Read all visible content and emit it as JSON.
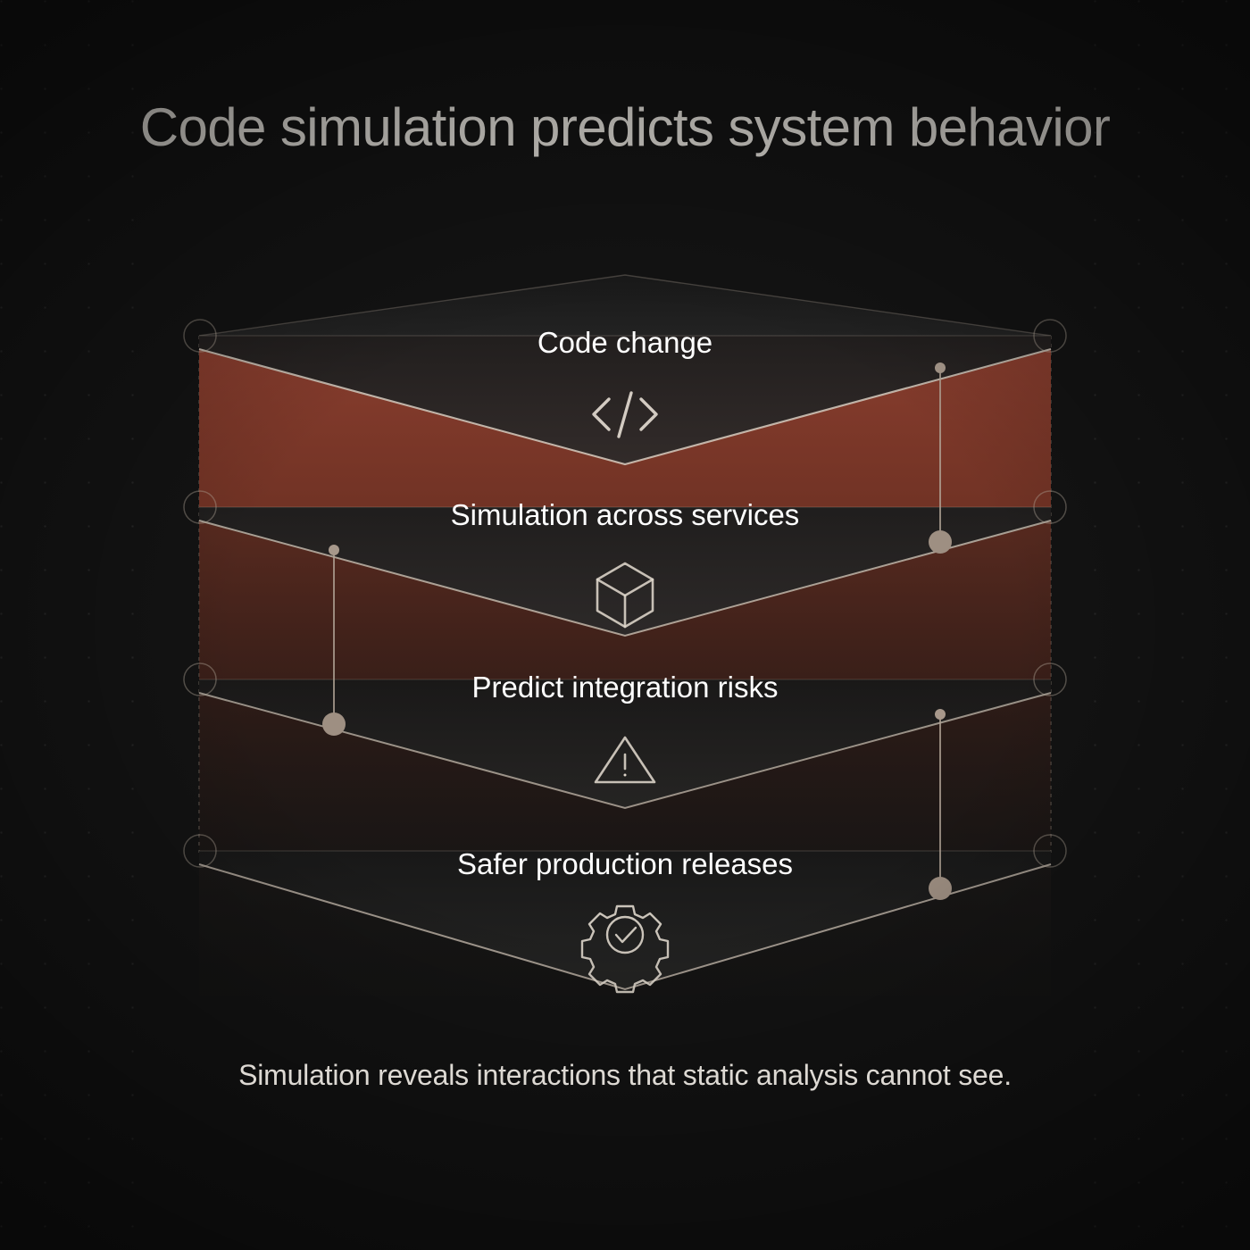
{
  "title": "Code simulation predicts system behavior",
  "caption": "Simulation reveals interactions that static analysis cannot see.",
  "theme": {
    "background": "#131313",
    "accent_rust": "#8a3d2c",
    "edge_line": "#cfc4b6",
    "node_dot": "#a7988b",
    "label_color": "#ffffff",
    "title_color": "#d9d6d0"
  },
  "chart_data": {
    "type": "funnel",
    "title": "Code simulation predicts system behavior",
    "subtitle": "Simulation reveals interactions that static analysis cannot see.",
    "orientation": "vertical-descending",
    "stage_count": 4,
    "stages": [
      {
        "index": 1,
        "label": "Code change",
        "icon": "code-brackets-icon",
        "glyph": "</>",
        "width_pct": 100,
        "accent": "#8a3d2c",
        "accent_opacity": 0.95
      },
      {
        "index": 2,
        "label": "Simulation across services",
        "icon": "cube-icon",
        "glyph": "cube",
        "width_pct": 100,
        "accent": "#8a3d2c",
        "accent_opacity": 0.62
      },
      {
        "index": 3,
        "label": "Predict integration risks",
        "icon": "warning-triangle-icon",
        "glyph": "warning",
        "width_pct": 100,
        "accent": "#8a3d2c",
        "accent_opacity": 0.3
      },
      {
        "index": 4,
        "label": "Safer production releases",
        "icon": "gear-check-icon",
        "glyph": "gear",
        "width_pct": 100,
        "accent": "#8a3d2c",
        "accent_opacity": 0.05
      }
    ],
    "connectors": [
      {
        "from_stage": 1,
        "to_stage": 2,
        "side": "right"
      },
      {
        "from_stage": 2,
        "to_stage": 3,
        "side": "left"
      },
      {
        "from_stage": 3,
        "to_stage": 4,
        "side": "right"
      }
    ],
    "xlabel": "",
    "ylabel": "",
    "legend": [],
    "grid": "dotted-background"
  }
}
